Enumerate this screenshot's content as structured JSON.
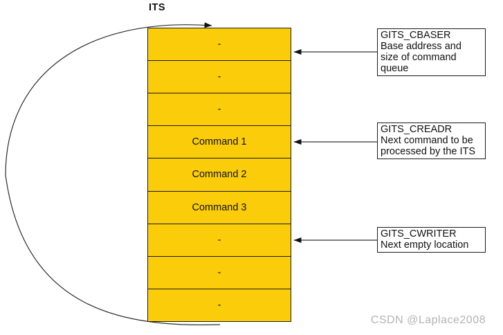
{
  "diagram": {
    "title": "ITS",
    "queue": {
      "cells": [
        "-",
        "-",
        "-",
        "Command 1",
        "Command 2",
        "Command 3",
        "-",
        "-",
        "-"
      ]
    },
    "annotations": [
      {
        "id": "gits-cbaser",
        "lines": [
          "GITS_CBASER",
          "Base address and",
          "size of command",
          "queue"
        ]
      },
      {
        "id": "gits-creadr",
        "lines": [
          "GITS_CREADR",
          "Next command to be",
          "processed by the ITS"
        ]
      },
      {
        "id": "gits-cwriter",
        "lines": [
          "GITS_CWRITER",
          "Next empty location"
        ]
      }
    ]
  },
  "watermark": "CSDN @Laplace2008",
  "colors": {
    "cell_fill": "#FACC0A",
    "cell_border": "#1a1a1a",
    "arrow_line": "#555555",
    "arrow_head": "#111111",
    "curve": "#2b2b2b",
    "box_border": "#1a1a1a",
    "text": "#111111",
    "watermark_text": "#b3b3b3",
    "canvas_bg": "#ffffff"
  }
}
